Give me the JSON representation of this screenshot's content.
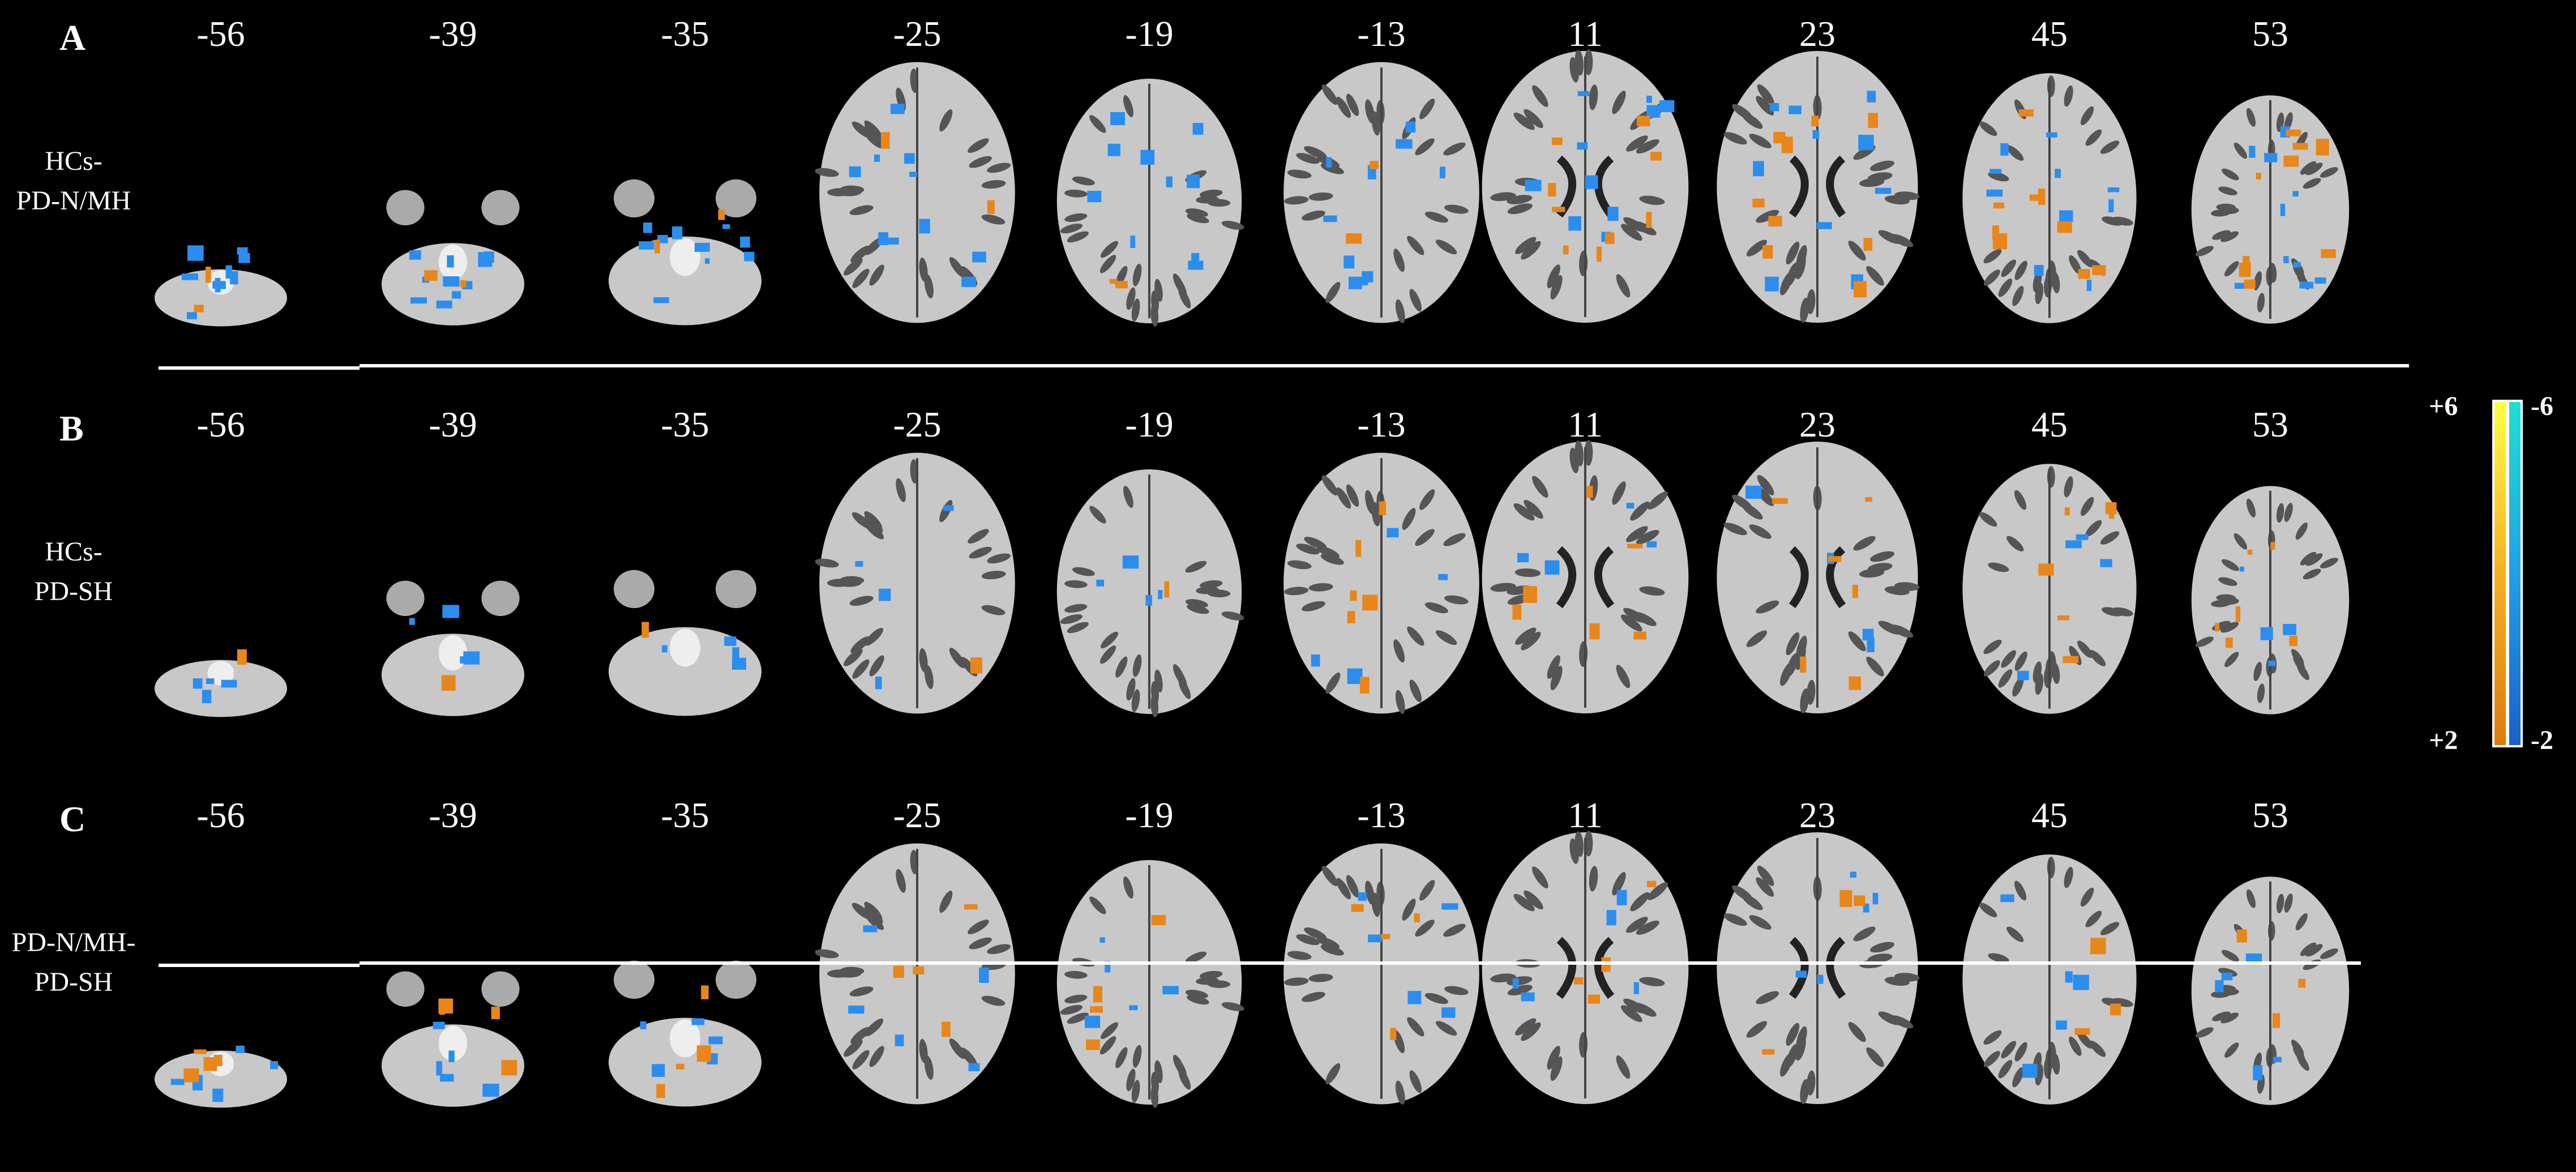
{
  "panels": [
    {
      "letter": "A",
      "label_lines": [
        "HCs-",
        "PD-N/MH"
      ]
    },
    {
      "letter": "B",
      "label_lines": [
        "HCs-",
        "PD-SH"
      ]
    },
    {
      "letter": "C",
      "label_lines": [
        "PD-N/MH-",
        "PD-SH"
      ]
    }
  ],
  "slices": [
    "-56",
    "-39",
    "-35",
    "-25",
    "-19",
    "-13",
    "11",
    "23",
    "45",
    "53"
  ],
  "colorbar": {
    "pos_max": "+6",
    "pos_min": "+2",
    "neg_max": "-6",
    "neg_min": "-2",
    "pos_colors": [
      "#ffff40",
      "#f7b020",
      "#e07a10"
    ],
    "neg_colors": [
      "#20e0d0",
      "#20a0e8",
      "#1a60c8"
    ]
  },
  "colors": {
    "positive": "#e8861a",
    "negative": "#2a8ef0",
    "tissue": "#c8c8c8",
    "background": "#000000"
  }
}
